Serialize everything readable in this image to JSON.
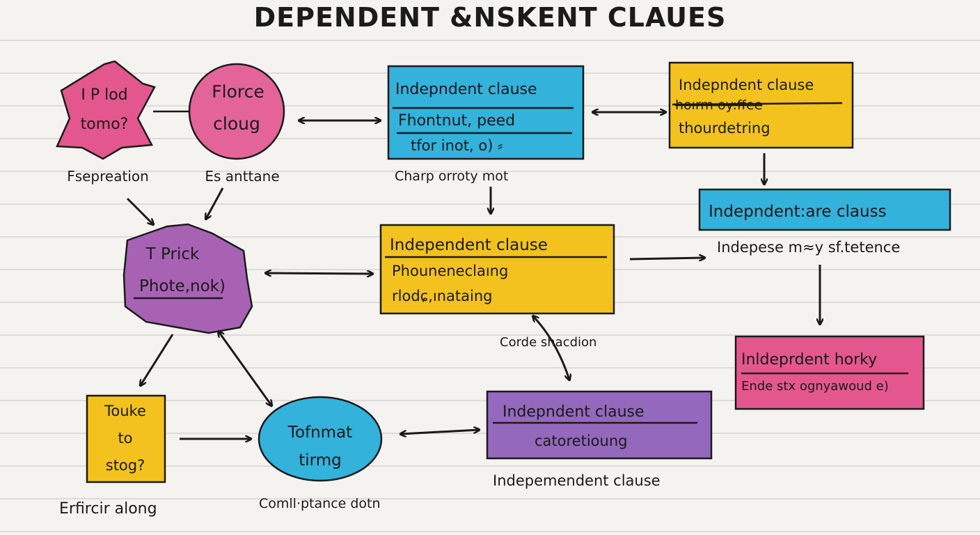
{
  "title": "DEPENDENT &NSKENT CLAUES",
  "colors": {
    "pink": "#e4578e",
    "blue": "#33b2dc",
    "yellow": "#f3c21e",
    "purple": "#9a64b8",
    "ink": "#1a1a1a",
    "paper": "#f4f3f0"
  },
  "nodes": {
    "star": {
      "lines": [
        "I P lod",
        "tomo?"
      ],
      "caption": "Fsepreation"
    },
    "circle": {
      "lines": [
        "Florce",
        "cloug"
      ],
      "caption": "Es anttane"
    },
    "blob": {
      "lines": [
        "T Prick",
        "Phote,nok)"
      ]
    },
    "blue_box": {
      "lines": [
        "Indepndent clause",
        "Fhontnut, peed",
        "tfor inot, o) ⸗"
      ],
      "caption": "Charp orroty  mot"
    },
    "yellow_box_top": {
      "lines": [
        "Indepndent clause",
        "hoırm oy:ffee",
        "thourdetring"
      ]
    },
    "blue_box_right": {
      "lines": [
        "Indepndent:are clauss"
      ],
      "caption": "Indepese m≈y sf.tetence"
    },
    "yellow_box_center": {
      "lines": [
        "Independent clause",
        "Phouneneclaıng",
        "rlodɕ,ınataing"
      ],
      "caption": "Corde  shacdion"
    },
    "pink_box": {
      "lines": [
        "Inldeprdent horky",
        "Ende stx ognyawoud e)"
      ]
    },
    "yellow_small": {
      "lines": [
        "Touke",
        "to",
        "stog?"
      ],
      "caption": "Erfircir along"
    },
    "blue_ellipse": {
      "lines": [
        "Tofnmat",
        "tirmg"
      ],
      "caption": "Comll·ptance dotn"
    },
    "purple_box": {
      "lines": [
        "Indepndent clause",
        "catoretioung"
      ],
      "caption": "Indepemendent clause"
    }
  }
}
